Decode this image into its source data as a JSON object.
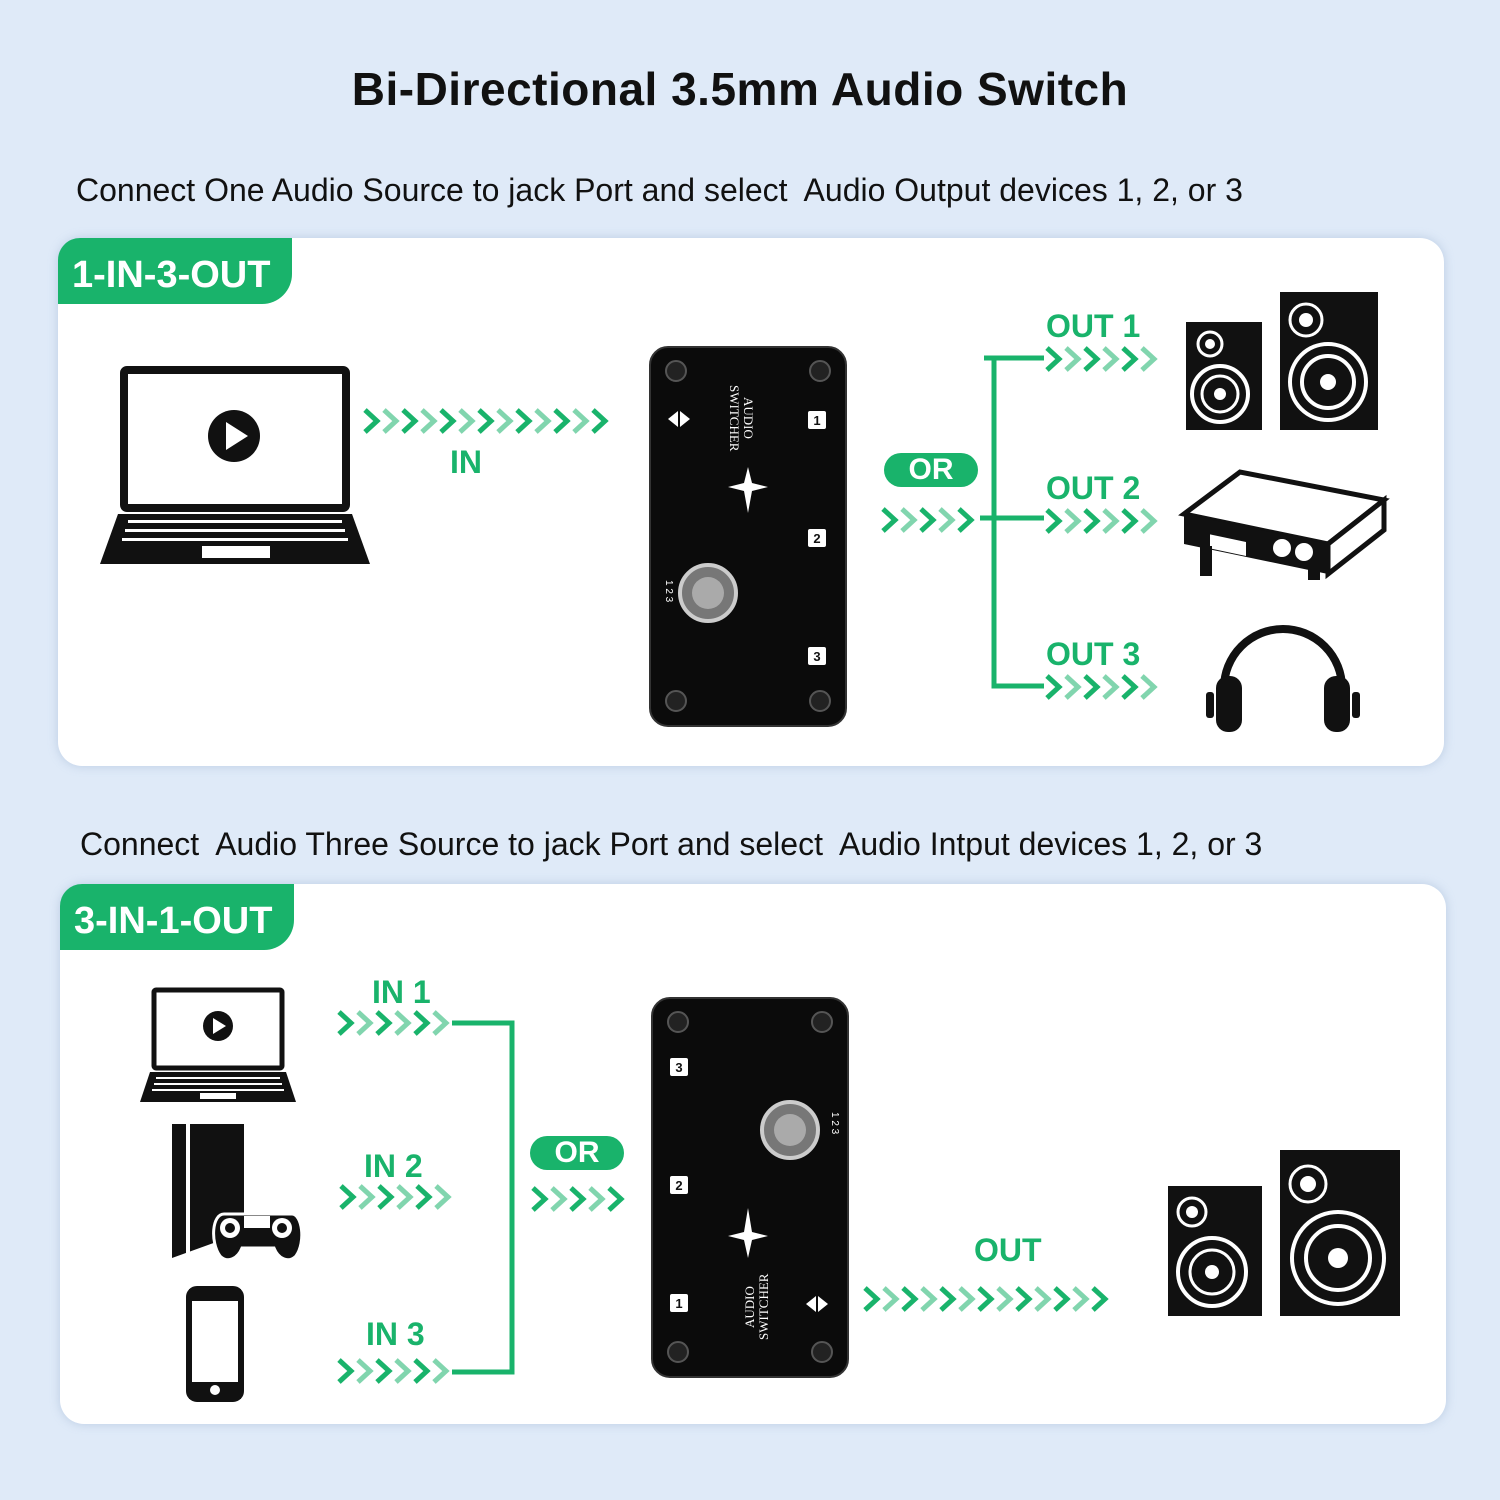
{
  "title": "Bi-Directional 3.5mm Audio Switch",
  "accent_color": "#19b36b",
  "section1": {
    "caption": "Connect One Audio Source to jack Port and select  Audio Output devices 1, 2, or 3",
    "tag": "1-IN-3-OUT",
    "in_label": "IN",
    "or_label": "OR",
    "outputs": [
      {
        "label": "OUT 1",
        "device_icon": "speakers-icon"
      },
      {
        "label": "OUT 2",
        "device_icon": "amplifier-icon"
      },
      {
        "label": "OUT 3",
        "device_icon": "headphones-icon"
      }
    ],
    "source_icon": "laptop-icon",
    "device": {
      "line1": "AUDIO",
      "line2": "SWITCHER",
      "ports": [
        "1",
        "2",
        "3"
      ],
      "knob_marks": "1 2 3"
    }
  },
  "section2": {
    "caption": "Connect  Audio Three Source to jack Port and select  Audio Intput devices 1, 2, or 3",
    "tag": "3-IN-1-OUT",
    "inputs": [
      {
        "label": "IN 1",
        "device_icon": "laptop-icon"
      },
      {
        "label": "IN 2",
        "device_icon": "game-console-icon"
      },
      {
        "label": "IN 3",
        "device_icon": "smartphone-icon"
      }
    ],
    "or_label": "OR",
    "out_label": "OUT",
    "output_icon": "speakers-icon",
    "device": {
      "line1": "AUDIO",
      "line2": "SWITCHER",
      "ports": [
        "3",
        "2",
        "1"
      ],
      "knob_marks": "1 2 3"
    }
  }
}
